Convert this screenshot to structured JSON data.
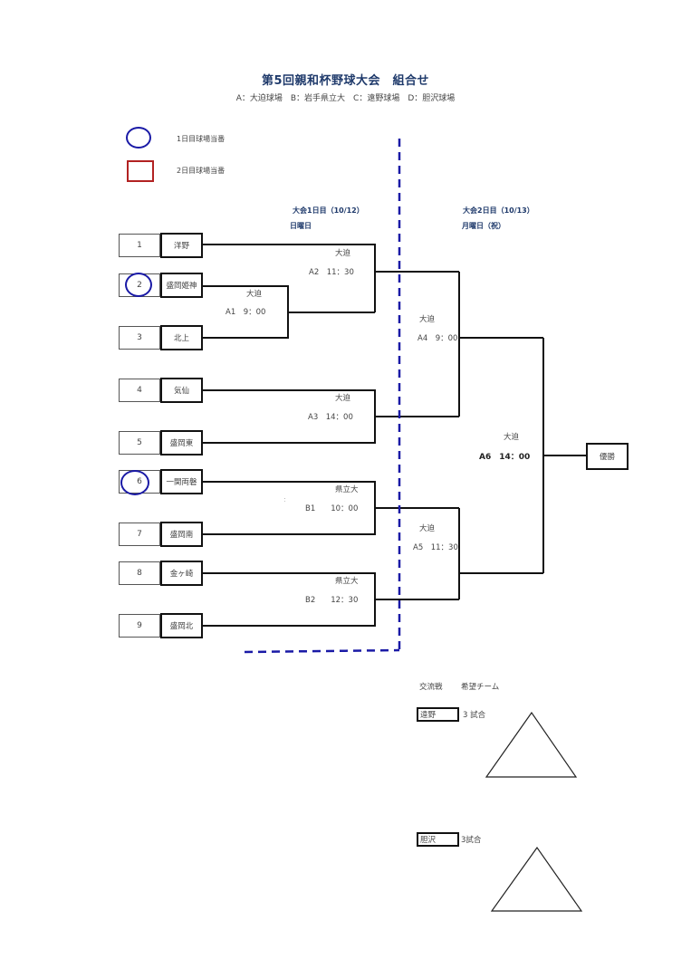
{
  "header": {
    "title": "第5回親和杯野球大会　組合せ",
    "venues": "A：大迫球場　B：岩手県立大　C：遠野球場　D：胆沢球場"
  },
  "legend": {
    "day1": {
      "shape": "circle",
      "color": "#1a1aa6",
      "label": "1日目球場当番"
    },
    "day2": {
      "shape": "square",
      "color": "#b22222",
      "label": "2日目球場当番"
    }
  },
  "days": {
    "day1": {
      "title": "大会1日目（10/12）",
      "weekday": "日曜日"
    },
    "day2": {
      "title": "大会2日目（10/13）",
      "weekday": "月曜日（祝）"
    }
  },
  "teams": [
    {
      "seed": "1",
      "name": "洋野",
      "duty_day1": false
    },
    {
      "seed": "2",
      "name": "盛岡姫神",
      "duty_day1": true
    },
    {
      "seed": "3",
      "name": "北上",
      "duty_day1": false
    },
    {
      "seed": "4",
      "name": "気仙",
      "duty_day1": false
    },
    {
      "seed": "5",
      "name": "盛岡東",
      "duty_day1": false
    },
    {
      "seed": "6",
      "name": "一関両磐",
      "duty_day1": true
    },
    {
      "seed": "7",
      "name": "盛岡南",
      "duty_day1": false
    },
    {
      "seed": "8",
      "name": "金ヶ崎",
      "duty_day1": false
    },
    {
      "seed": "9",
      "name": "盛岡北",
      "duty_day1": false
    }
  ],
  "matches": {
    "A1": {
      "venue": "大迫",
      "label": "A1　9：00"
    },
    "A2": {
      "venue": "大迫",
      "label": "A2　11：30"
    },
    "A3": {
      "venue": "大迫",
      "label": "A3　14：00"
    },
    "B1": {
      "venue": "県立大",
      "label": "B1　　10：00"
    },
    "B2": {
      "venue": "県立大",
      "label": "B2　　12：30"
    },
    "A4": {
      "venue": "大迫",
      "label": "A4　9：00"
    },
    "A5": {
      "venue": "大迫",
      "label": "A5　11：30"
    },
    "A6": {
      "venue": "大迫",
      "label": "A6　14：00"
    }
  },
  "champion": "優勝",
  "stray_mark": "：",
  "exchange": {
    "title": "交流戦",
    "subtitle": "希望チーム",
    "groups": [
      {
        "team": "遠野",
        "games": "3 試合"
      },
      {
        "team": "胆沢",
        "games": "3試合"
      }
    ]
  },
  "colors": {
    "divider": "#1a1aa6",
    "title": "#1f3a6b",
    "lines": "#111111"
  }
}
